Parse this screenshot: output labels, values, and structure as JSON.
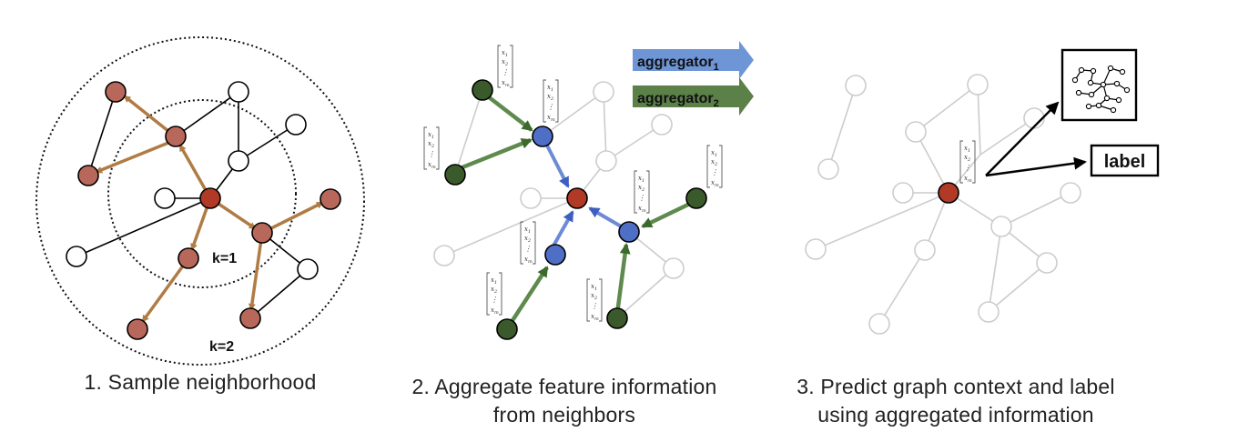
{
  "panel1": {
    "caption": "1. Sample neighborhood",
    "k1_label": "k=1",
    "k2_label": "k=2"
  },
  "panel2": {
    "caption_line1": "2. Aggregate feature information",
    "caption_line2": "from neighbors",
    "aggregator1": {
      "base": "aggregator",
      "sub": "1"
    },
    "aggregator2": {
      "base": "aggregator",
      "sub": "2"
    },
    "vector_entries": [
      "x",
      "x",
      "⋮",
      "x"
    ],
    "vector_subs": [
      "1",
      "2",
      "",
      "m"
    ]
  },
  "panel3": {
    "caption_line1": "3. Predict graph context and label",
    "caption_line2": "using aggregated information",
    "label_box": "label"
  },
  "colors": {
    "target": "#b03a25",
    "sampled": "#b8685a",
    "sampled_edge": "#b07c45",
    "blue_node": "#4f6fc7",
    "blue_edge": "#6d8ad4",
    "green_node": "#3b5a2c",
    "green_edge": "#5e8a4e",
    "gray": "#c8c8c8",
    "agg1_arrow": "#6e95d6",
    "agg2_arrow": "#5b8048"
  }
}
